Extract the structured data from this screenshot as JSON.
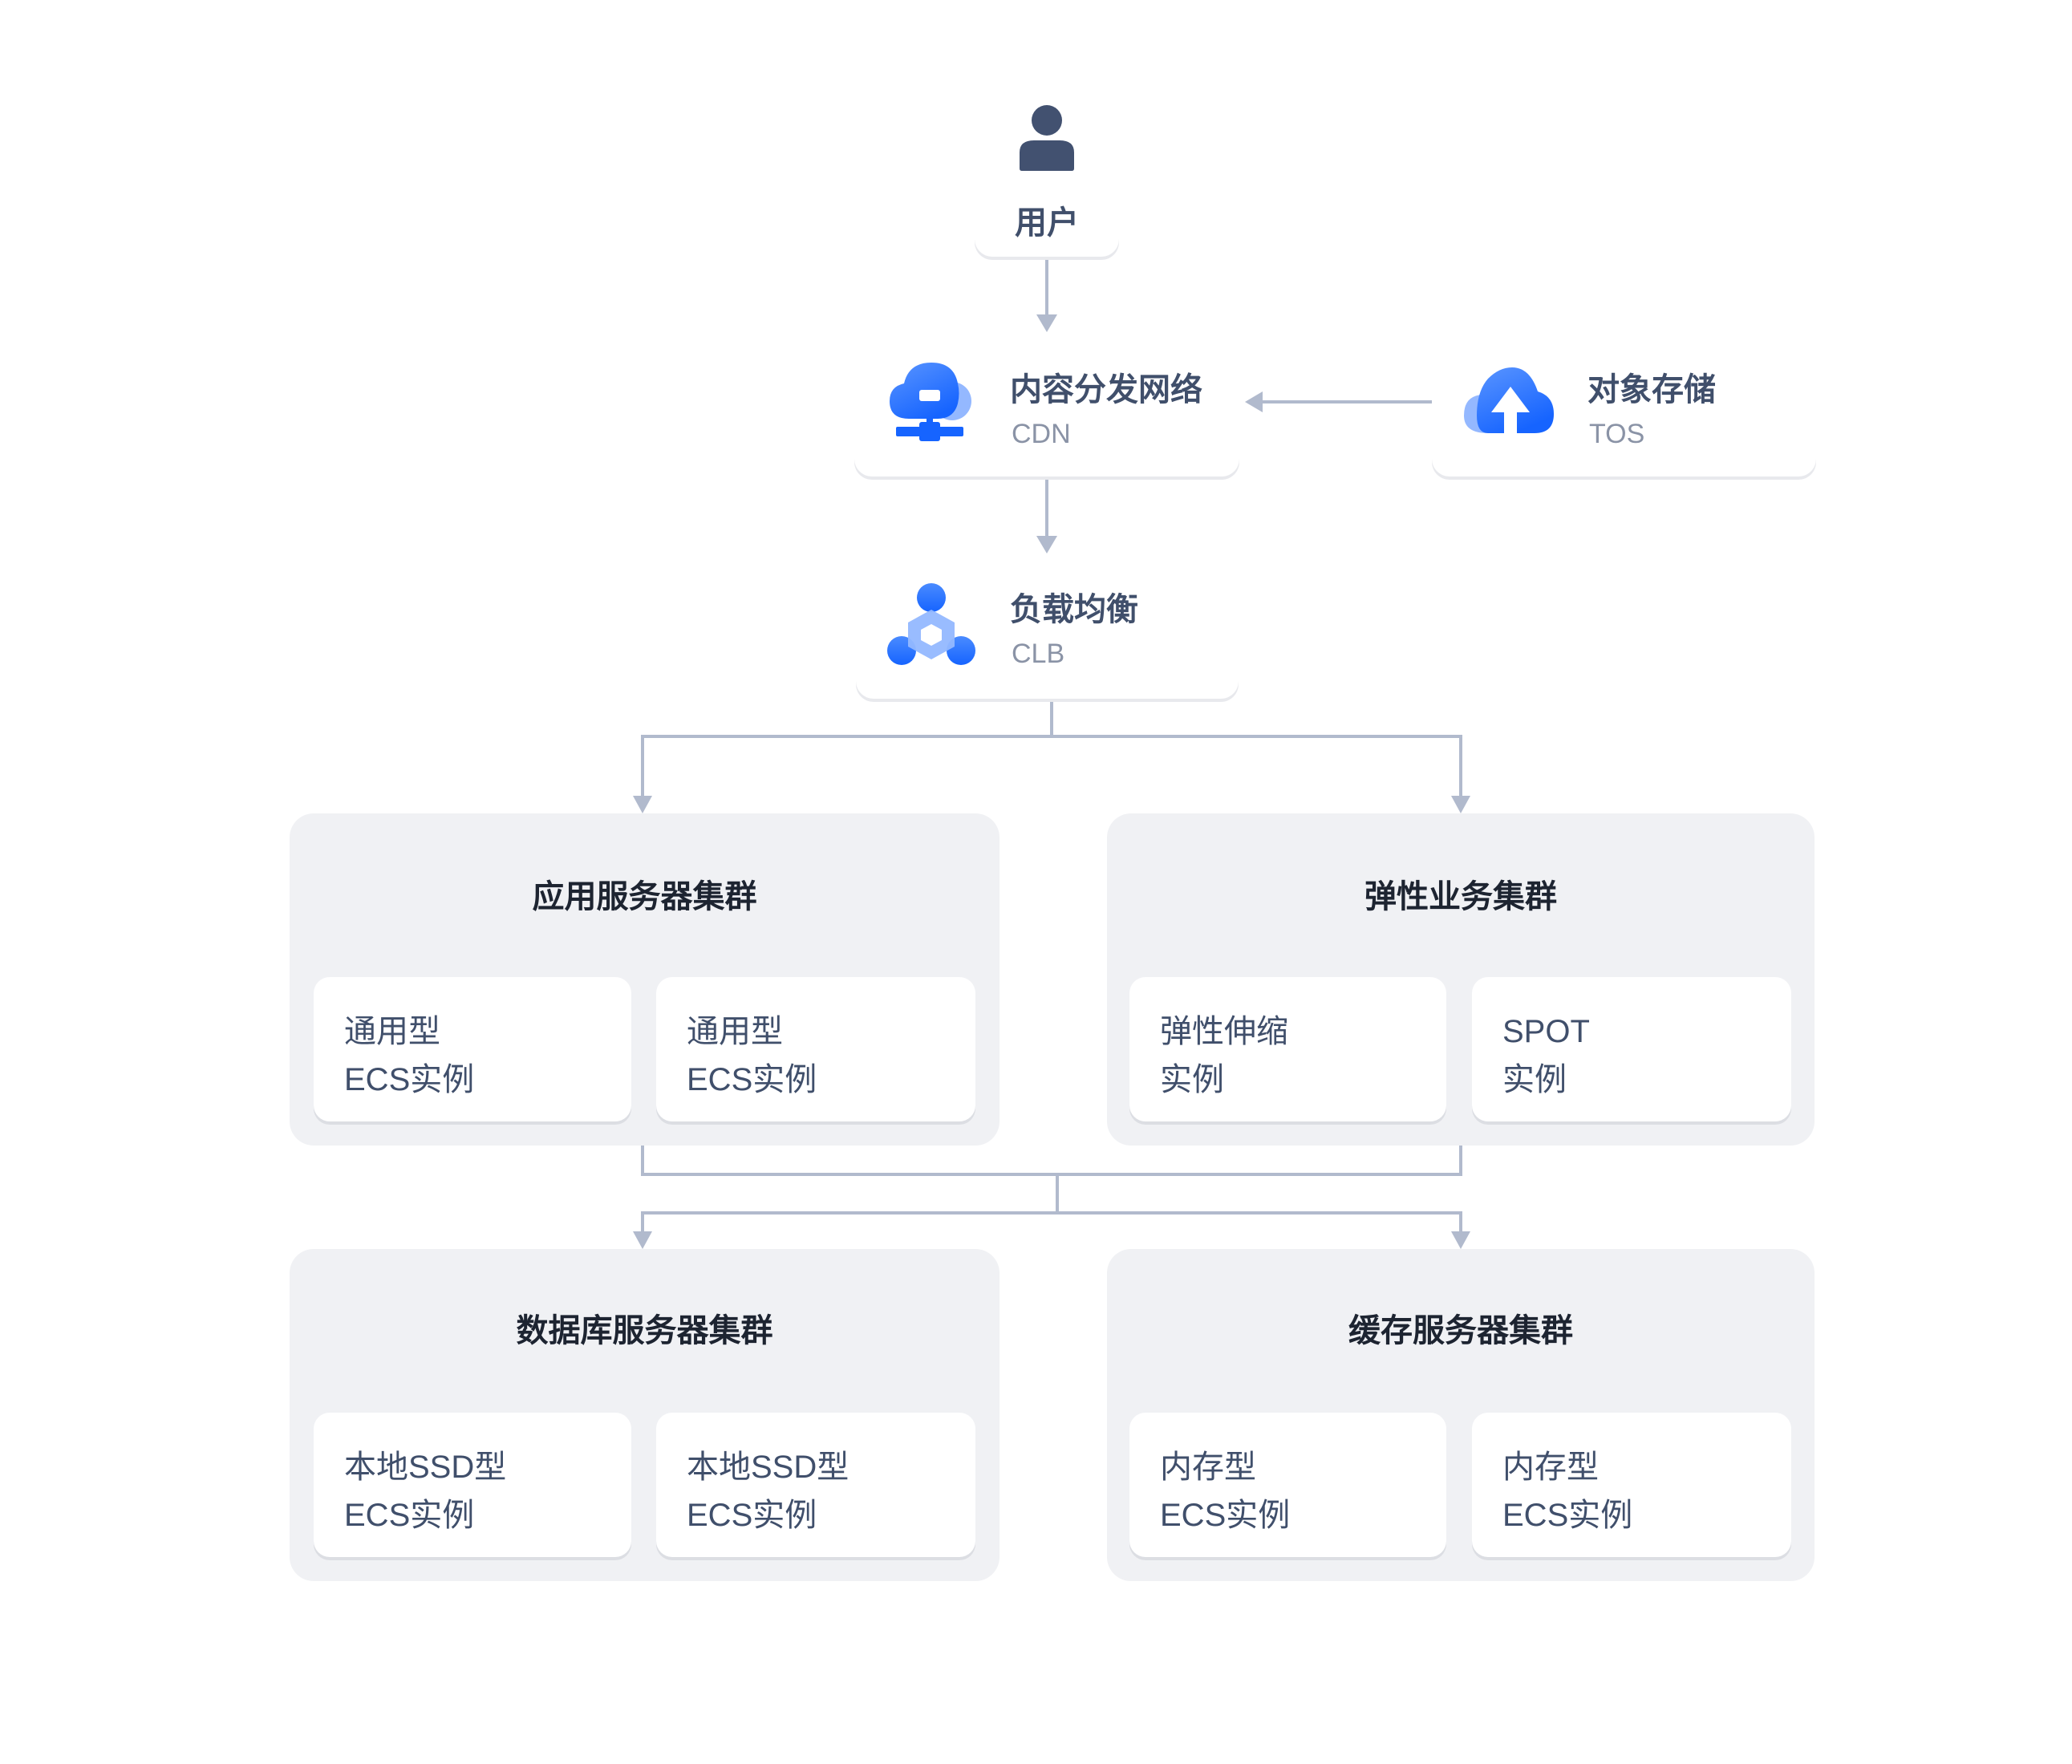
{
  "nodes": {
    "user": {
      "title": "用户",
      "icon": "user-icon"
    },
    "cdn": {
      "title": "内容分发网络",
      "subtitle": "CDN",
      "icon": "cdn-cloud-icon"
    },
    "tos": {
      "title": "对象存储",
      "subtitle": "TOS",
      "icon": "cloud-upload-icon"
    },
    "clb": {
      "title": "负载均衡",
      "subtitle": "CLB",
      "icon": "load-balancer-icon"
    }
  },
  "clusters": [
    {
      "title": "应用服务器集群",
      "instances": [
        {
          "line1": "通用型",
          "line2": "ECS实例"
        },
        {
          "line1": "通用型",
          "line2": "ECS实例"
        }
      ]
    },
    {
      "title": "弹性业务集群",
      "instances": [
        {
          "line1": "弹性伸缩",
          "line2": "实例"
        },
        {
          "line1": "SPOT",
          "line2": "实例"
        }
      ]
    },
    {
      "title": "数据库服务器集群",
      "instances": [
        {
          "line1": "本地SSD型",
          "line2": "ECS实例"
        },
        {
          "line1": "本地SSD型",
          "line2": "ECS实例"
        }
      ]
    },
    {
      "title": "缓存服务器集群",
      "instances": [
        {
          "line1": "内存型",
          "line2": "ECS实例"
        },
        {
          "line1": "内存型",
          "line2": "ECS实例"
        }
      ]
    }
  ],
  "colors": {
    "connector": "#b1bacd",
    "icon_dark": "#425170",
    "brand_blue": "#1664ff",
    "brand_blue_light": "#94b8ff"
  }
}
